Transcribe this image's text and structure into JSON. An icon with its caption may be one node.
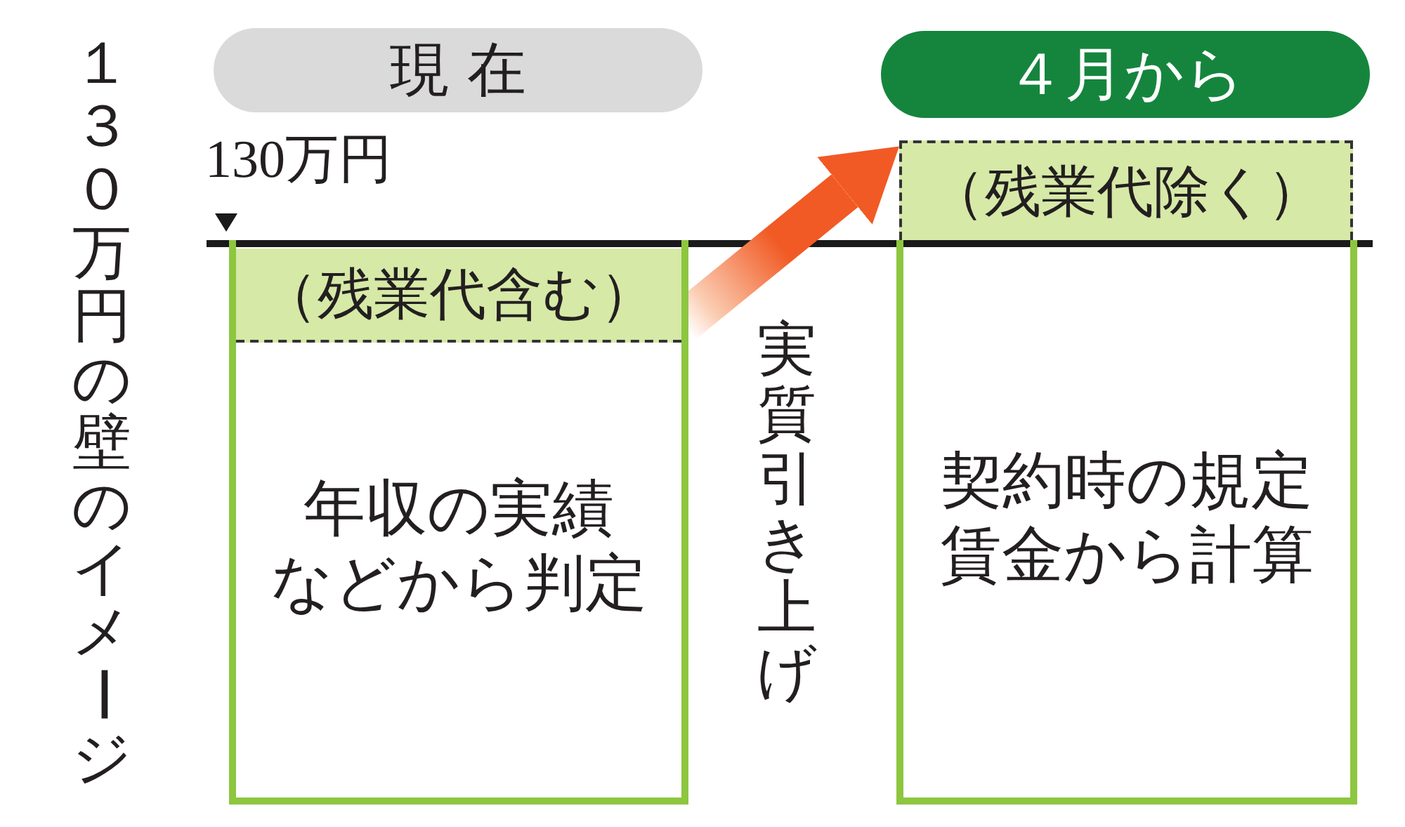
{
  "diagram": {
    "title": "１３０万円の壁のイメージ",
    "nodes": [
      {
        "text": [
          "現 在"
        ]
      },
      {
        "text": [
          "４月から"
        ]
      },
      {
        "text": [
          "年収の実績などから判定"
        ]
      },
      {
        "text": [
          "（残業代含む）"
        ],
        "in": 2
      },
      {
        "text": [
          "（残業代除く）"
        ]
      },
      {
        "text": [
          "契約時の規定賃金から計算"
        ]
      }
    ],
    "edges": [
      {
        "from": 3,
        "to": 4,
        "arrow": "to"
      }
    ],
    "labels": [
      "130万円",
      "実質引き上げ"
    ]
  }
}
